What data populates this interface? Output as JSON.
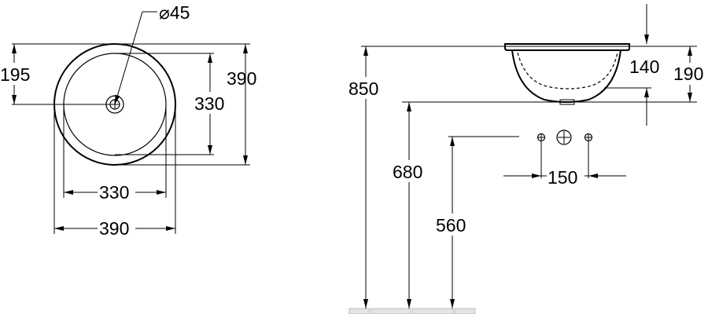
{
  "labels": {
    "drain_diameter": "⌀45",
    "rim_offset_top": "195",
    "outer_height_left": "390",
    "inner_height": "330",
    "outer_height_right": "390",
    "inner_width": "330",
    "outer_width": "390",
    "install_height": "850",
    "bowl_depth": "140",
    "overall_depth": "190",
    "drain_height": "680",
    "tap_height": "560",
    "tap_spacing": "150"
  }
}
